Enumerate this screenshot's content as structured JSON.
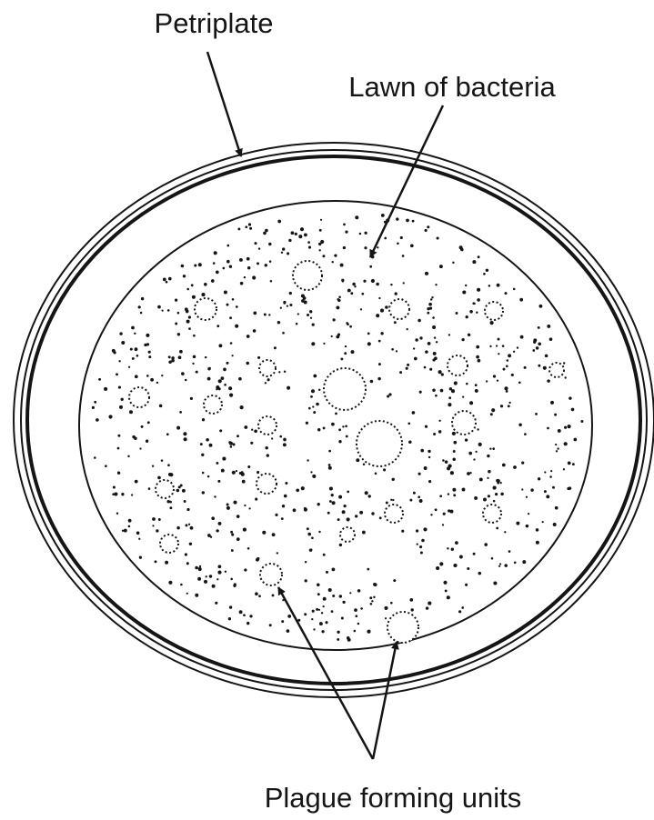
{
  "labels": {
    "petriplate": "Petriplate",
    "lawn": "Lawn of bacteria",
    "plaque": "Plague forming units"
  },
  "colors": {
    "background": "#ffffff",
    "ink": "#151515",
    "paper_tint": "#f4f4f2"
  }
}
